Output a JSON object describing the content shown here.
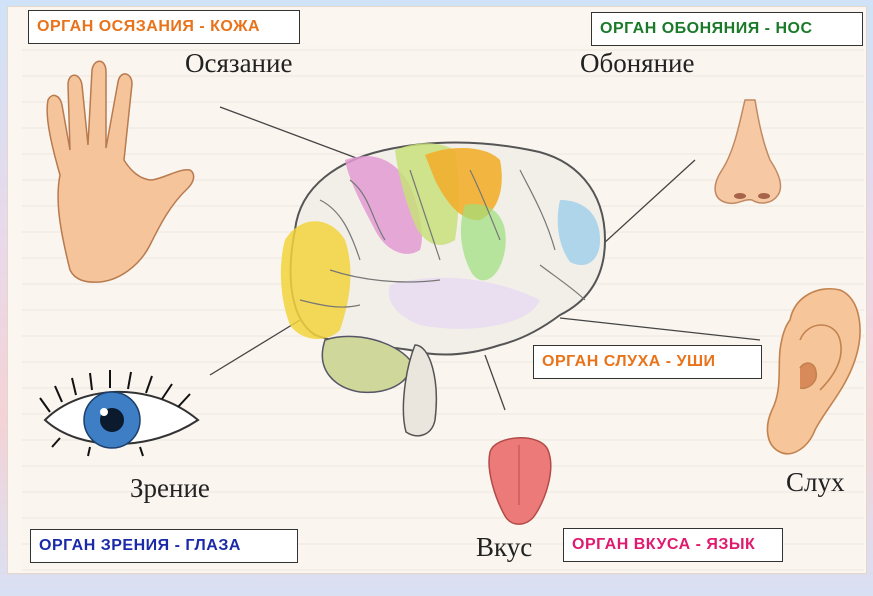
{
  "tags": {
    "skin": "ОРГАН ОСЯЗАНИЯ - КОЖА",
    "nose": "ОРГАН ОБОНЯНИЯ - НОС",
    "ear": "ОРГАН СЛУХА - УШИ",
    "eye": "ОРГАН ЗРЕНИЯ - ГЛАЗА",
    "tongue": "ОРГАН ВКУСА - ЯЗЫК"
  },
  "labels": {
    "touch": "Осязание",
    "smell": "Обоняние",
    "sight": "Зрение",
    "hearing": "Слух",
    "taste": "Вкус"
  },
  "colors": {
    "skin_tag": "#e8731a",
    "nose_tag": "#1a7a2a",
    "ear_tag": "#e8731a",
    "eye_tag": "#1a2aa8",
    "tongue_tag": "#e01a6e"
  }
}
